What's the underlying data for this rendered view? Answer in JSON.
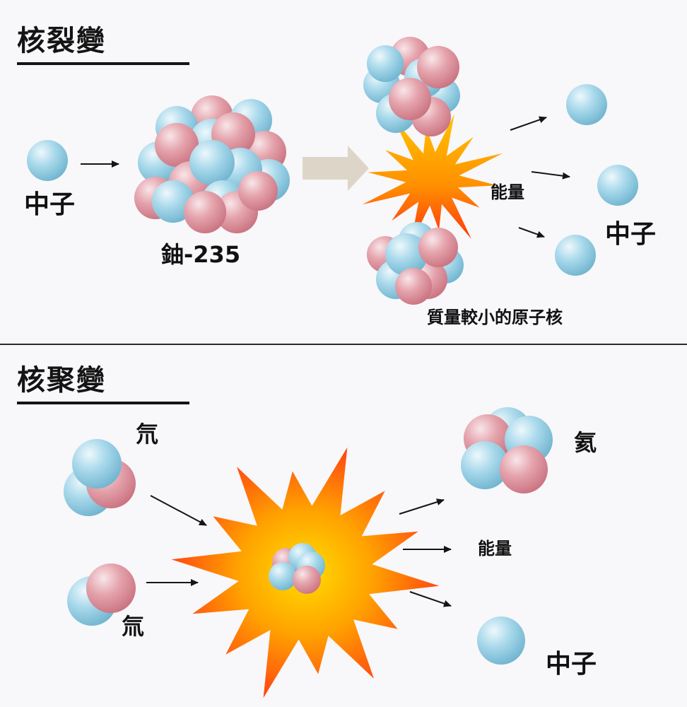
{
  "fission": {
    "title": "核裂變",
    "labels": {
      "neutron_in": "中子",
      "uranium": "鈾-235",
      "energy": "能量",
      "neutrons_out": "中子",
      "fragments": "質量較小的原子核"
    }
  },
  "fusion": {
    "title": "核聚變",
    "labels": {
      "deuterium": "氘",
      "tritium": "氚",
      "helium": "氦",
      "energy": "能量",
      "neutron": "中子"
    }
  },
  "colors": {
    "neutron": "#8fcbe0",
    "proton": "#e0949e",
    "arrow": "#151515",
    "big_arrow": "#ddd6c8",
    "burst_outer": "#ffc400",
    "burst_inner": "#ff4a10",
    "background": "#f8f7fa"
  }
}
